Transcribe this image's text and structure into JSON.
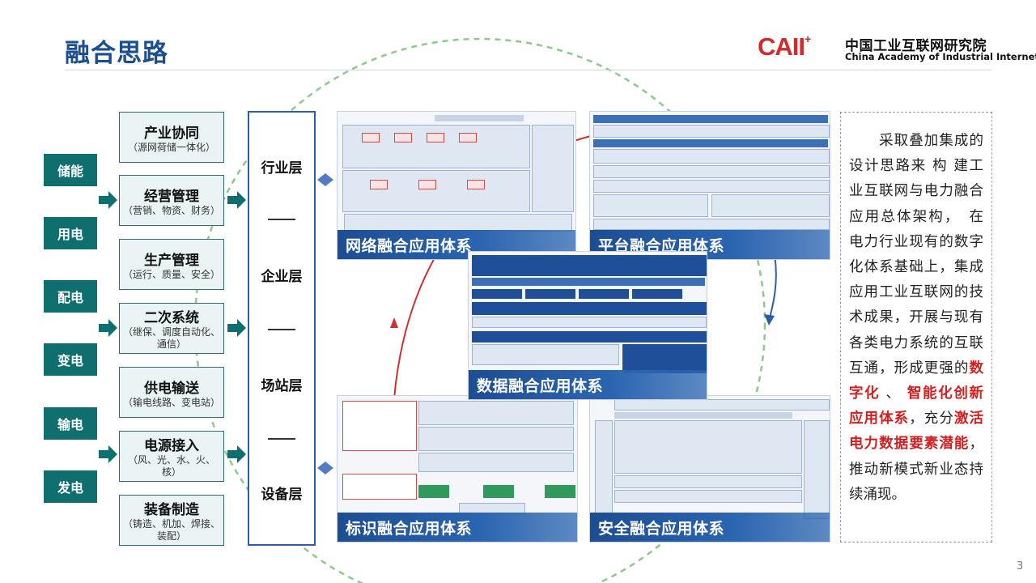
{
  "header": {
    "title": "融合思路",
    "logo_mark": "CAII",
    "logo_plus": "+",
    "logo_cn": "中国工业互联网研究院",
    "logo_en": "China Academy of Industrial Internet"
  },
  "power_chain": [
    "储能",
    "用电",
    "配电",
    "变电",
    "输电",
    "发电"
  ],
  "sectors": [
    {
      "title": "产业协同",
      "sub": "（源网荷储一体化）"
    },
    {
      "title": "经营管理",
      "sub": "（营销、物资、财务）"
    },
    {
      "title": "生产管理",
      "sub": "（运行、质量、安全）"
    },
    {
      "title": "二次系统",
      "sub": "（继保、调度自动化、通信）"
    },
    {
      "title": "供电输送",
      "sub": "（输电线路、变电站）"
    },
    {
      "title": "电源接入",
      "sub": "（风、光、水、火、核）"
    },
    {
      "title": "装备制造",
      "sub": "（铸造、机加、焊接、装配）"
    }
  ],
  "layers": [
    "行业层",
    "企业层",
    "场站层",
    "设备层"
  ],
  "systems": {
    "network": "网络融合应用体系",
    "platform": "平台融合应用体系",
    "data": "数据融合应用体系",
    "identity": "标识融合应用体系",
    "security": "安全融合应用体系"
  },
  "description": {
    "p1": "采取叠加集成的设计思路来 构 建工业互联网与电力融合应用总体架构，　在电力行业现有的数字化体系基础上，集成应用工业互联网的技术成果，开展与现有各类电力系统的互联互通，形成更强的",
    "hl1": "数字化",
    "sep": " 、 ",
    "hl2": "智能化创新应用体系",
    "p2": "，充分",
    "hl3": "激活电力数据要素潜能",
    "p3": "，推动新模式新业态持续涌现。"
  },
  "page_number": "3",
  "colors": {
    "title_blue": "#1c4f8f",
    "teal": "#0f6e6e",
    "banner_blue": "#1d4d92",
    "highlight_red": "#d21f1f"
  }
}
